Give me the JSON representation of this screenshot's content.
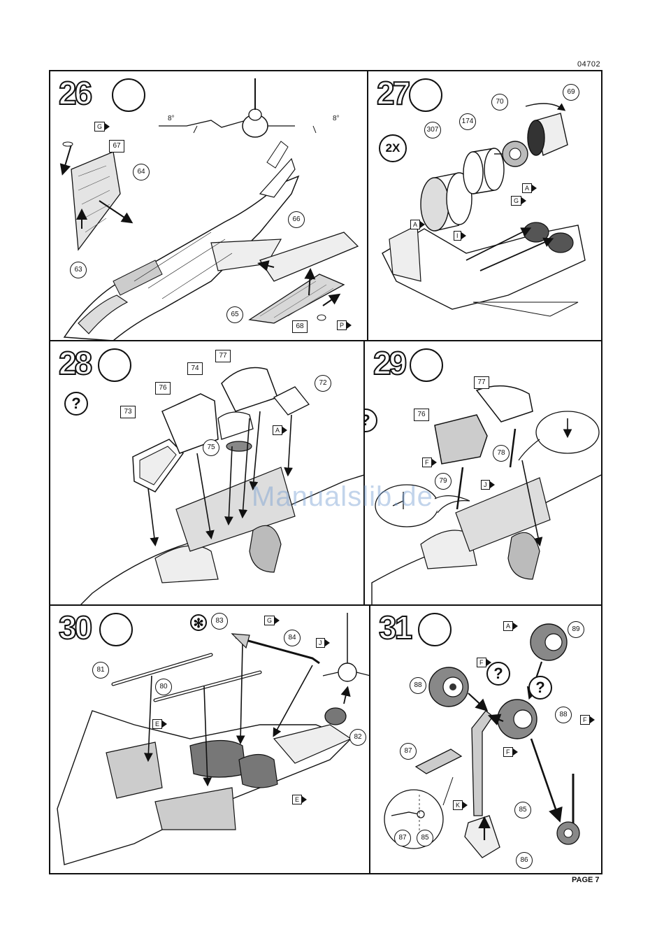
{
  "header": {
    "code": "04702"
  },
  "footer": {
    "page": "PAGE 7"
  },
  "watermark": "Manualslib.de",
  "steps": [
    {
      "number": "26",
      "angle_left": "8°",
      "angle_right": "8°",
      "parts": [
        "67",
        "64",
        "63",
        "66",
        "65",
        "68"
      ],
      "tags": [
        "G",
        "P"
      ]
    },
    {
      "number": "27",
      "multiplier": "2X",
      "parts": [
        "307",
        "174",
        "70",
        "69"
      ],
      "tags": [
        "A",
        "I",
        "G",
        "A"
      ]
    },
    {
      "number": "28",
      "question": "?",
      "parts": [
        "77",
        "74",
        "76",
        "72",
        "73",
        "75"
      ],
      "tags": [
        "A"
      ]
    },
    {
      "number": "29",
      "question": "?",
      "parts": [
        "77",
        "76",
        "78",
        "79"
      ],
      "tags": [
        "F",
        "J"
      ]
    },
    {
      "number": "30",
      "star": "✻",
      "parts": [
        "83",
        "84",
        "81",
        "80",
        "82"
      ],
      "tags": [
        "G",
        "J",
        "E",
        "E"
      ]
    },
    {
      "number": "31",
      "question": "?",
      "parts": [
        "89",
        "88",
        "88",
        "87",
        "85",
        "86",
        "87",
        "85"
      ],
      "tags": [
        "A",
        "F",
        "F",
        "F",
        "K"
      ]
    }
  ]
}
